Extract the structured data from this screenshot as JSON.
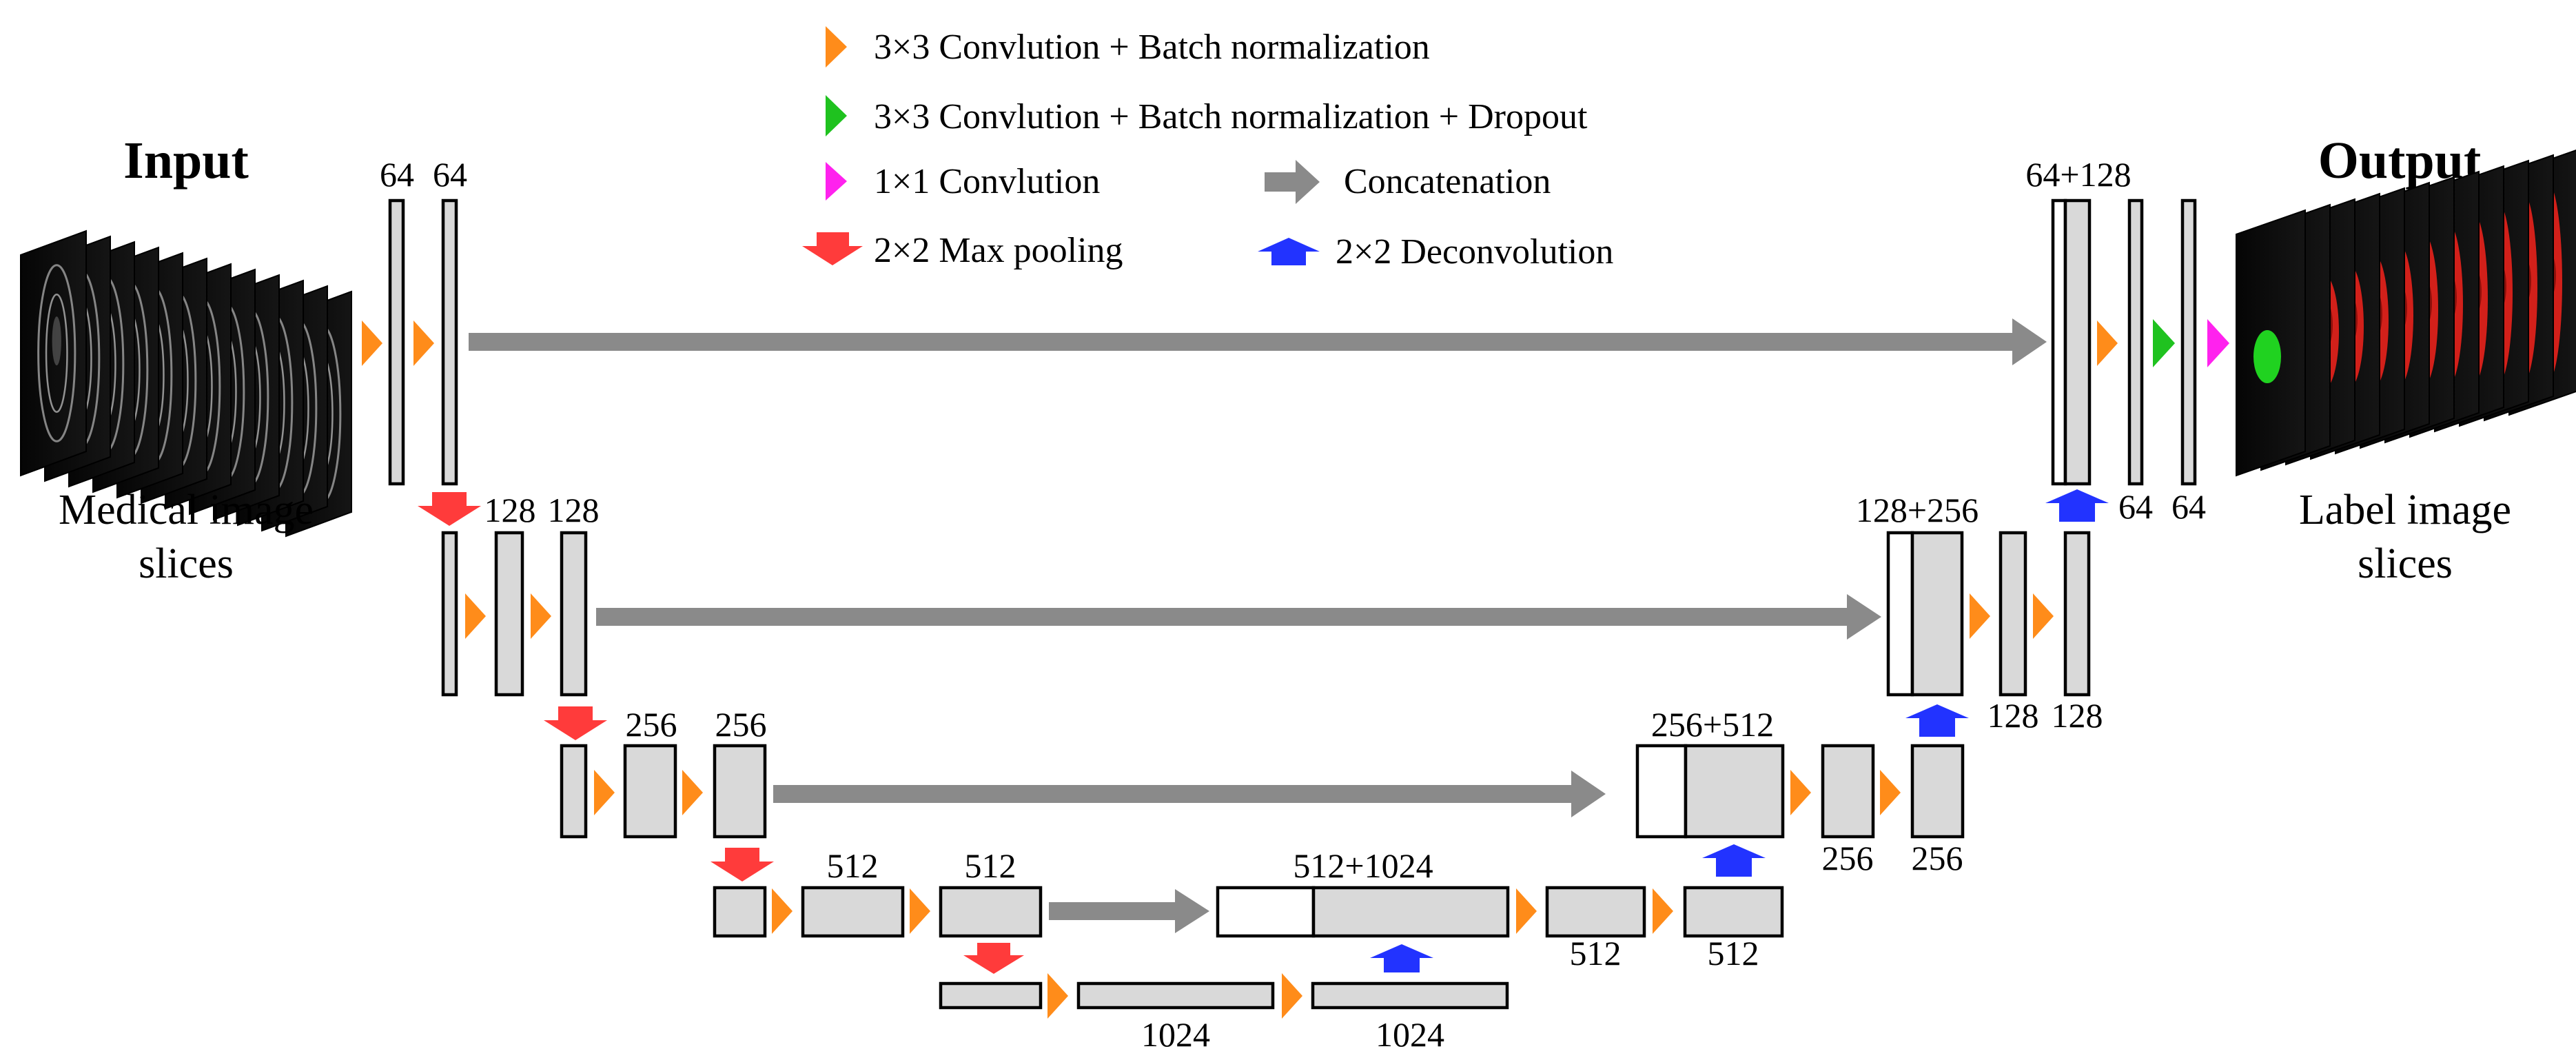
{
  "legend": {
    "conv_bn": "3×3 Convlution + Batch normalization",
    "conv_bn_dropout": "3×3 Convlution + Batch normalization + Dropout",
    "conv1x1": "1×1 Convlution",
    "concat": "Concatenation",
    "maxpool": "2×2 Max pooling",
    "deconv": "2×2 Deconvolution"
  },
  "input": {
    "title": "Input",
    "caption_line1": "Medical image",
    "caption_line2": "slices"
  },
  "output": {
    "title": "Output",
    "caption_line1": "Label image",
    "caption_line2": "slices"
  },
  "channels": {
    "enc1_a": "64",
    "enc1_b": "64",
    "enc2_a": "128",
    "enc2_b": "128",
    "enc3_a": "256",
    "enc3_b": "256",
    "enc4_a": "512",
    "enc4_b": "512",
    "bottom_a": "1024",
    "bottom_b": "1024",
    "dec4_concat": "512+1024",
    "dec4_a": "512",
    "dec4_b": "512",
    "dec3_concat": "256+512",
    "dec3_a": "256",
    "dec3_b": "256",
    "dec2_concat": "128+256",
    "dec2_a": "128",
    "dec2_b": "128",
    "dec1_concat": "64+128",
    "dec1_a": "64",
    "dec1_b": "64"
  },
  "colors": {
    "conv_bn": "#ff8c1a",
    "conv_bn_dropout": "#1fc21f",
    "conv1x1": "#ff22ee",
    "concat": "#8a8a8a",
    "maxpool": "#ff3b3b",
    "deconv": "#2233ff",
    "feature_map_fill": "#d9d9d9",
    "mask_label": "#e8221c",
    "mask_secondary": "#22dd22"
  },
  "icons": {
    "conv_bn": "orange-triangle-icon",
    "conv_bn_dropout": "green-triangle-icon",
    "conv1x1": "magenta-triangle-icon",
    "concat": "gray-arrow-icon",
    "maxpool": "red-down-arrow-icon",
    "deconv": "blue-up-arrow-icon"
  }
}
